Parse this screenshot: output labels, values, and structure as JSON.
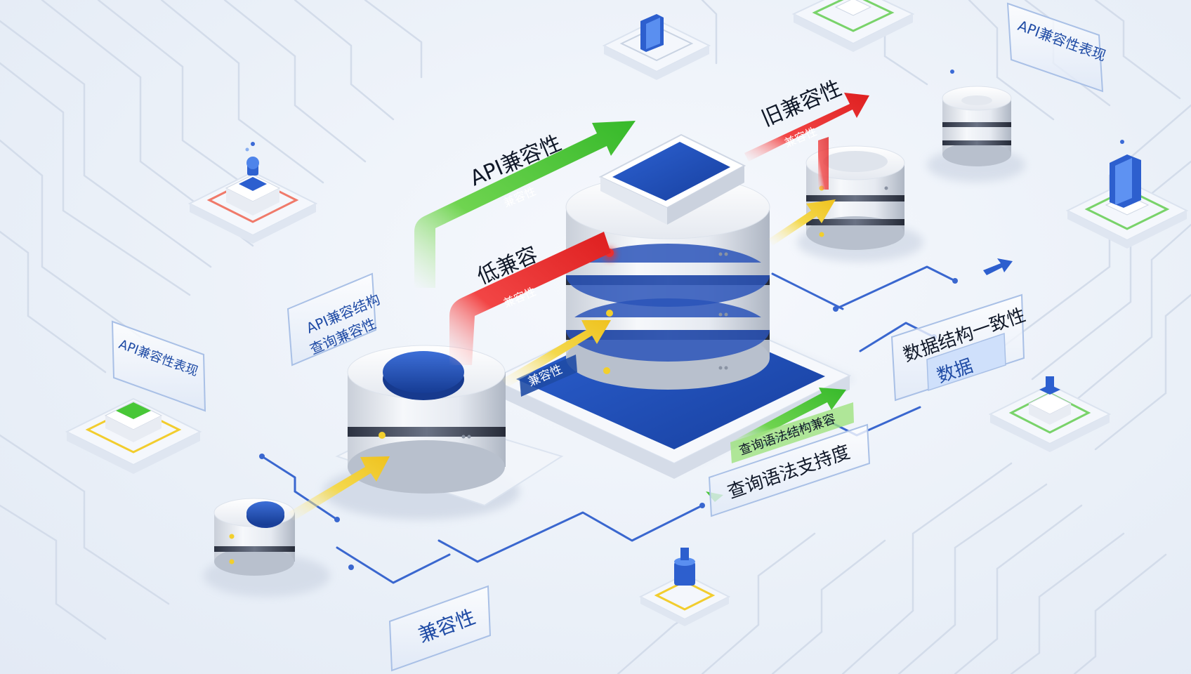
{
  "colors": {
    "background": "#eaf0f8",
    "accent_blue": "#2a5bc8",
    "dark_blue": "#1a3f9a",
    "green": "#48c737",
    "red": "#ea2f2f",
    "yellow": "#f2cf2c",
    "server_light": "#f4f6fa",
    "server_shadow": "#b9c1ce"
  },
  "labels": {
    "api_compat": "API兼容性",
    "api_compat_small": "兼容性",
    "low_compat": "低兼容",
    "low_compat_small": "兼容性",
    "old_compat": "旧兼容性",
    "old_compat_small": "兼容性",
    "compat_tag": "兼容性",
    "top_right_panel": "API兼容性表现",
    "left_panel": "API兼容性表现",
    "mid_panel_line1": "API兼容结构",
    "mid_panel_line2": "查询兼容性",
    "data_consistency": "数据结构一致性",
    "data_tag": "数据",
    "query_support": "查询语法支持度",
    "query_green_tag": "查询语法结构兼容",
    "bottom_panel": "兼容性"
  }
}
